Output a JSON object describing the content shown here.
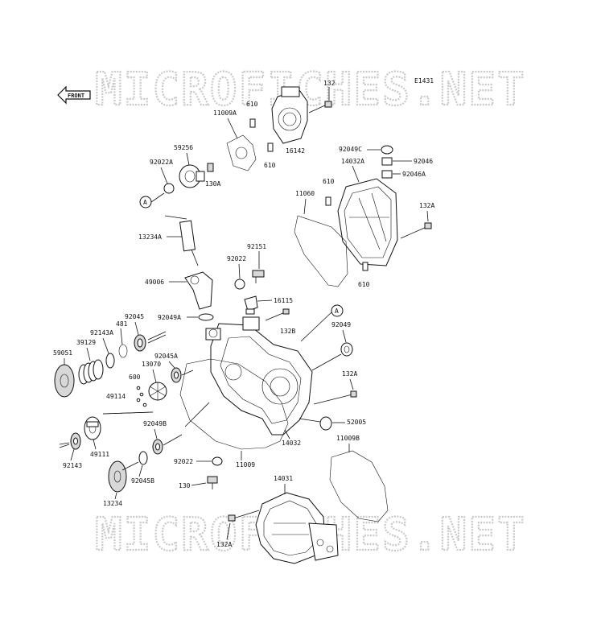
{
  "watermark": "MICROFICHES.NET",
  "diagram_code": "E1431",
  "front_label": "FRONT",
  "callout_letter": "A",
  "labels": {
    "p132_top": "132",
    "p610_a": "610",
    "p11009A": "11009A",
    "p16142": "16142",
    "p610_b": "610",
    "p59256": "59256",
    "p92022A": "92022A",
    "p130A": "130A",
    "p92049C": "92049C",
    "p92046": "92046",
    "p14032A": "14032A",
    "p92046A": "92046A",
    "p610_c": "610",
    "p11060": "11060",
    "p132A_r": "132A",
    "p13234A": "13234A",
    "p92151": "92151",
    "p92022_a": "92022",
    "p610_d": "610",
    "p49006": "49006",
    "p16115": "16115",
    "p92049A": "92049A",
    "p132B": "132B",
    "p92045": "92045",
    "p481": "481",
    "p92143A": "92143A",
    "p39129": "39129",
    "p92049": "92049",
    "p59051": "59051",
    "p92045A": "92045A",
    "p13070": "13070",
    "p600": "600",
    "p132A_m": "132A",
    "p49114": "49114",
    "p52005": "52005",
    "p92049B": "92049B",
    "p49111": "49111",
    "p14032": "14032",
    "p11009B": "11009B",
    "p92143": "92143",
    "p92022_b": "92022",
    "p11009": "11009",
    "p14031": "14031",
    "p92045B": "92045B",
    "p130": "130",
    "p13234": "13234",
    "p132A_b": "132A"
  }
}
